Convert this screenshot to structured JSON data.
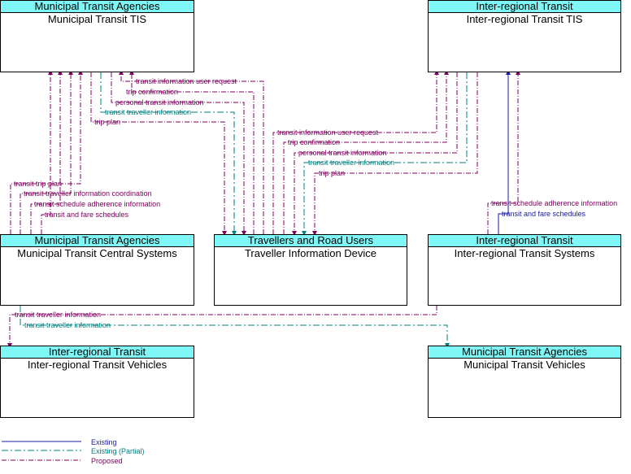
{
  "colors": {
    "existing": "#1a1aa6",
    "partial": "#008080",
    "proposed": "#800060",
    "header_fill": "#7ff7f7"
  },
  "boxes": {
    "municipal_tis": {
      "stakeholder": "Municipal Transit Agencies",
      "element": "Municipal Transit TIS"
    },
    "interregional_tis": {
      "stakeholder": "Inter-regional Transit",
      "element": "Inter-regional Transit TIS"
    },
    "municipal_central": {
      "stakeholder": "Municipal Transit Agencies",
      "element": "Municipal Transit Central Systems"
    },
    "traveller_device": {
      "stakeholder": "Travellers and Road Users",
      "element": "Traveller Information Device"
    },
    "interregional_systems": {
      "stakeholder": "Inter-regional Transit",
      "element": "Inter-regional Transit Systems"
    },
    "interregional_vehicles": {
      "stakeholder": "Inter-regional Transit",
      "element": "Inter-regional Transit Vehicles"
    },
    "municipal_vehicles": {
      "stakeholder": "Municipal Transit Agencies",
      "element": "Municipal Transit Vehicles"
    }
  },
  "flows": {
    "mt_ti_user_request": "transit information user request",
    "mt_trip_confirmation": "trip confirmation",
    "mt_personal_info": "personal transit information",
    "mt_traveller_info": "transit traveller information",
    "mt_trip_plan": "trip plan",
    "ir_ti_user_request": "transit information user request",
    "ir_trip_confirmation": "trip confirmation",
    "ir_personal_info": "personal transit information",
    "ir_traveller_info": "transit traveller information",
    "ir_trip_plan": "trip plan",
    "mc_trip_plan": "transit trip plan",
    "mc_coordination": "transit traveller information coordination",
    "mc_schedule_adherence": "transit schedule adherence information",
    "mc_fare_schedules": "transit and fare schedules",
    "is_schedule_adherence": "transit schedule adherence information",
    "is_fare_schedules": "transit and fare schedules",
    "veh_traveller_info_1": "transit traveller information",
    "veh_traveller_info_2": "transit traveller information"
  },
  "legend": {
    "existing": "Existing",
    "partial": "Existing (Partial)",
    "proposed": "Proposed"
  }
}
